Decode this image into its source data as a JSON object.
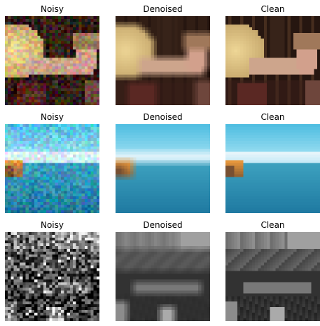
{
  "figure": {
    "rows": [
      {
        "scene": "person-with-tan-object",
        "panels": [
          {
            "title": "Noisy",
            "variant": "noisy"
          },
          {
            "title": "Denoised",
            "variant": "denoised"
          },
          {
            "title": "Clean",
            "variant": "clean"
          }
        ]
      },
      {
        "scene": "sea-horizon-with-rock",
        "panels": [
          {
            "title": "Noisy",
            "variant": "noisy"
          },
          {
            "title": "Denoised",
            "variant": "denoised"
          },
          {
            "title": "Clean",
            "variant": "clean"
          }
        ]
      },
      {
        "scene": "grayscale-dark-texture",
        "panels": [
          {
            "title": "Noisy",
            "variant": "noisy"
          },
          {
            "title": "Denoised",
            "variant": "denoised"
          },
          {
            "title": "Clean",
            "variant": "clean"
          }
        ]
      }
    ]
  }
}
